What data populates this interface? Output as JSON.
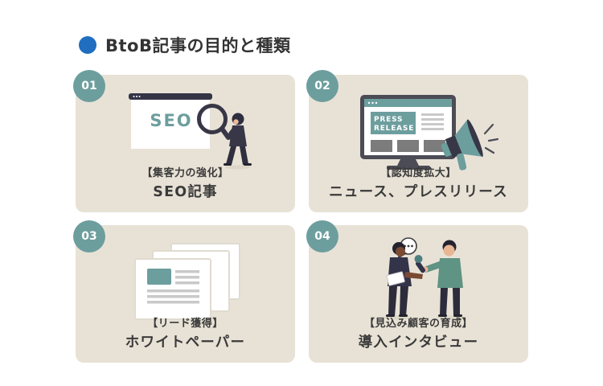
{
  "header": {
    "title": "BtoB記事の目的と種類",
    "bullet_icon": "blue-circle-bullet"
  },
  "colors": {
    "page_background": "#FFFFFF",
    "card_background": "#E8E2D6",
    "badge_background": "#6D9E9E",
    "badge_text": "#FFFFFF",
    "accent_teal": "#6D9E9E",
    "illustration_navy": "#373747",
    "text_dark": "#3A3A3A",
    "title_bullet_blue": "#1F6EC0"
  },
  "illustration_labels": {
    "seo": "SEO",
    "press_line1": "PRESS",
    "press_line2": "RELEASE"
  },
  "cards": [
    {
      "number": "01",
      "illustration": "seo-browser-magnifier-person",
      "category": "【集客力の強化】",
      "title": "SEO記事"
    },
    {
      "number": "02",
      "illustration": "monitor-press-release-megaphone",
      "category": "【認知度拡大】",
      "title": "ニュース、プレスリリース"
    },
    {
      "number": "03",
      "illustration": "stacked-whitepaper-documents",
      "category": "【リード獲得】",
      "title": "ホワイトペーパー"
    },
    {
      "number": "04",
      "illustration": "interview-two-people-microphone",
      "category": "【見込み顧客の育成】",
      "title": "導入インタビュー"
    }
  ]
}
